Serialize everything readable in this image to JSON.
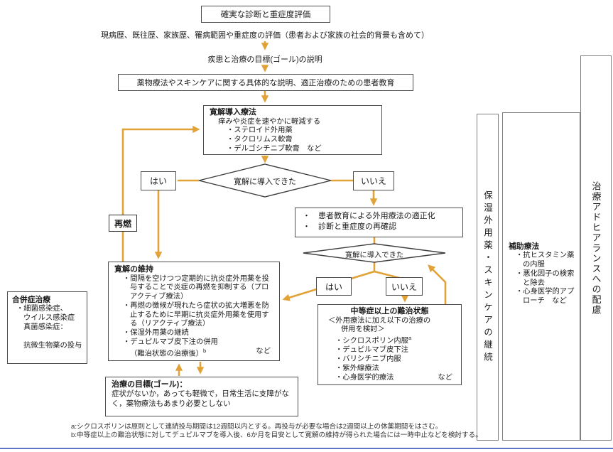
{
  "colors": {
    "arrow": "#E1A237",
    "box_border": "#4d4d4d",
    "panel_border": "#7f7f7f",
    "bottom_rule": "#5B74C4"
  },
  "flow": {
    "diagnosis": "確実な診断と重症度評価",
    "assessment_line": "現病歴、既往歴、家族歴、罹病範囲や重症度の評価（患者および家族の社会的背景も含めて）",
    "goal_explanation": "疾患と治療の目標(ゴール)の説明",
    "education": "薬物療法やスキンケアに関する具体的な説明、適正治療のための患者教育",
    "induction": {
      "title": "寛解導入療法",
      "subtitle": "痒みや炎症を速やかに軽減する",
      "items": [
        "・ステロイド外用薬",
        "・タクロリムス軟膏",
        "・デルゴシチニブ軟膏　など"
      ]
    },
    "decision1": "寛解に導入できた",
    "yes1": "はい",
    "no1": "いいえ",
    "relapse": "再燃",
    "reeval_items": [
      "・　患者教育による外用療法の適正化",
      "・　診断と重症度の再確認"
    ],
    "decision2": "寛解に導入できた",
    "yes2": "はい",
    "no2": "いいえ",
    "maintenance": {
      "title": "寛解の維持",
      "items": [
        "・間隔を空けつつ定期的に抗炎症外用薬を投与することで炎症の再燃を抑制する（プロアクティブ療法）",
        "・再燃の徴候が現れたら症状の拡大増悪を防止するために早期に抗炎症外用薬を使用する（リアクティブ療法）",
        "・保湿外用薬の継続",
        "・デュピルマブ皮下注の併用"
      ],
      "last_line": "（難治状態の治療後）",
      "last_sup": "b",
      "etc": "など"
    },
    "refractory": {
      "title": "中等症以上の難治状態",
      "subtitle1": "＜外用療法に加え以下の治療の",
      "subtitle2": "併用を検討＞",
      "item0": "・シクロスポリン内服",
      "item0_sup": "a",
      "items": [
        "・デュピルマブ皮下注",
        "・バリシチニブ内服",
        "・紫外線療法",
        "・心身医学的療法"
      ],
      "etc": "など"
    },
    "goal": {
      "title": "治療の目標(ゴール)：",
      "body": "症状がないか，あっても軽微で，日常生活に支障がなく，薬物療法もあまり必要としない"
    },
    "complication": {
      "title": "合併症治療",
      "lines": [
        "・細菌感染症、",
        "ウイルス感染症",
        "真菌感染症："
      ],
      "treatment": "抗微生物薬の投与"
    }
  },
  "side_panels": {
    "moisturizer": "保湿外用薬・スキンケアの継続",
    "adjunct": {
      "title": "補助療法",
      "items": [
        "・抗ヒスタミン薬の内服",
        "・悪化因子の検索と除去",
        "・心身医学的アプローチ　など"
      ]
    },
    "adherence": "治療アドヒアランスへの配慮"
  },
  "footnotes": {
    "a": "a:シクロスポリンは原則として連続投与期間は12週間以内とする。再投与が必要な場合は2週間以上の休薬期間をはさむ。",
    "b": "b:中等症以上の難治状態に対してデュピルマブを導入後、6か月を目安として寛解の維持が得られた場合には一時中止などを検討する。"
  }
}
